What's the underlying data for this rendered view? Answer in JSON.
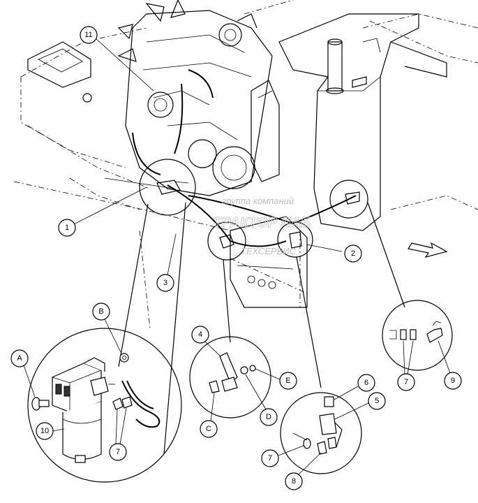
{
  "callouts": {
    "c1": "1",
    "c2": "2",
    "c3": "3",
    "c4": "4",
    "c5": "5",
    "c6": "6",
    "c7a": "7",
    "c7b": "7",
    "c7c": "7",
    "c8": "8",
    "c9": "9",
    "c10": "10",
    "c11": "11",
    "cA": "A",
    "cB": "B",
    "cC": "C",
    "cD": "D",
    "cE": "E"
  },
  "watermark": {
    "top": "группа компаний",
    "main": "ТРАКТОР ЛАБ",
    "sub": "ТЕХСЕРВИС"
  }
}
